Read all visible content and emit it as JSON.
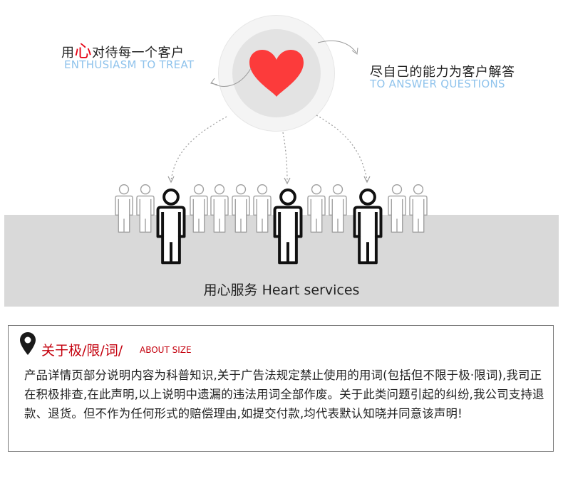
{
  "banner": {
    "left_caption_cn_pre": "用",
    "left_caption_cn_highlight": "心",
    "left_caption_cn_post": "对待每一个客户",
    "left_caption_en": "ENTHUSIASM TO TREAT",
    "right_caption_cn": "尽自己的能力为客户解答",
    "right_caption_en": "TO ANSWER QUESTIONS",
    "band_title": "用心服务 Heart services",
    "icon": "heart-icon",
    "colors": {
      "heart": "#fc3b3b",
      "accent_blue": "#8fc3ec",
      "band": "#d9d9d9"
    }
  },
  "notice": {
    "icon": "location-pin-icon",
    "title": "关于极/限/词/",
    "subtitle": "ABOUT SIZE",
    "body": "产品详情页部分说明内容为科普知识,关于广告法规定禁止使用的用词(包括但不限于极·限词),我司正在积极排查,在此声明,以上说明中遗漏的违法用词全部作废。关于此类问题引起的纠纷,我公司支持退款、退货。但不作为任何形式的赔偿理由,如提交付款,均代表默认知晓并同意该声明!",
    "colors": {
      "title": "#c4000d"
    }
  }
}
